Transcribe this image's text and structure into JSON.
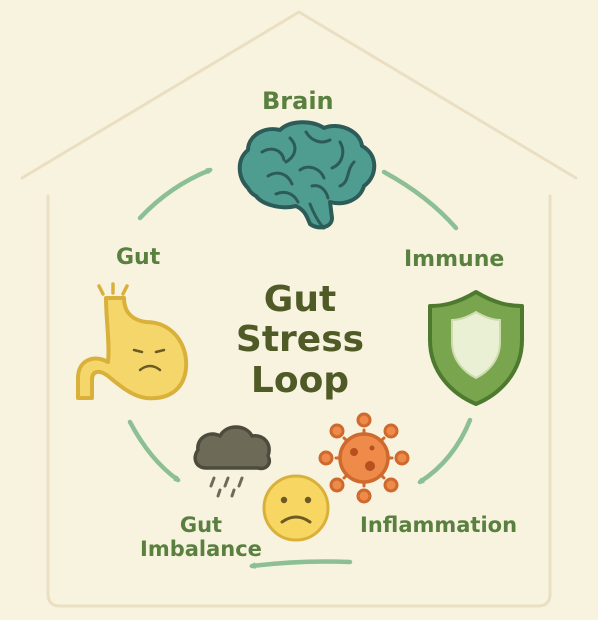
{
  "diagram": {
    "title_lines": [
      "Gut",
      "Stress",
      "Loop"
    ],
    "nodes": {
      "brain": "Brain",
      "immune": "Immune",
      "inflammation": "Inflammation",
      "gut_imbalance_lines": [
        "Gut",
        "Imbalance"
      ],
      "gut": "Gut"
    }
  },
  "colors": {
    "background": "#f8f3df",
    "house_outline": "#eadfc3",
    "label_green": "#5a8040",
    "title_olive": "#4f5a26",
    "arrow_green": "#8dbf94",
    "brain_fill": "#4f9d90",
    "brain_stroke": "#2d5b57",
    "shield_fill": "#79a54e",
    "shield_inner": "#e9f0d3",
    "stomach_fill": "#f4d66a",
    "microbe_fill": "#ee8a4a",
    "cloud_fill": "#6d6b58",
    "face_fill": "#f7d662"
  },
  "icons": [
    "brain-icon",
    "shield-icon",
    "stomach-icon",
    "microbe-icon",
    "storm-cloud-icon",
    "sad-face-icon"
  ]
}
